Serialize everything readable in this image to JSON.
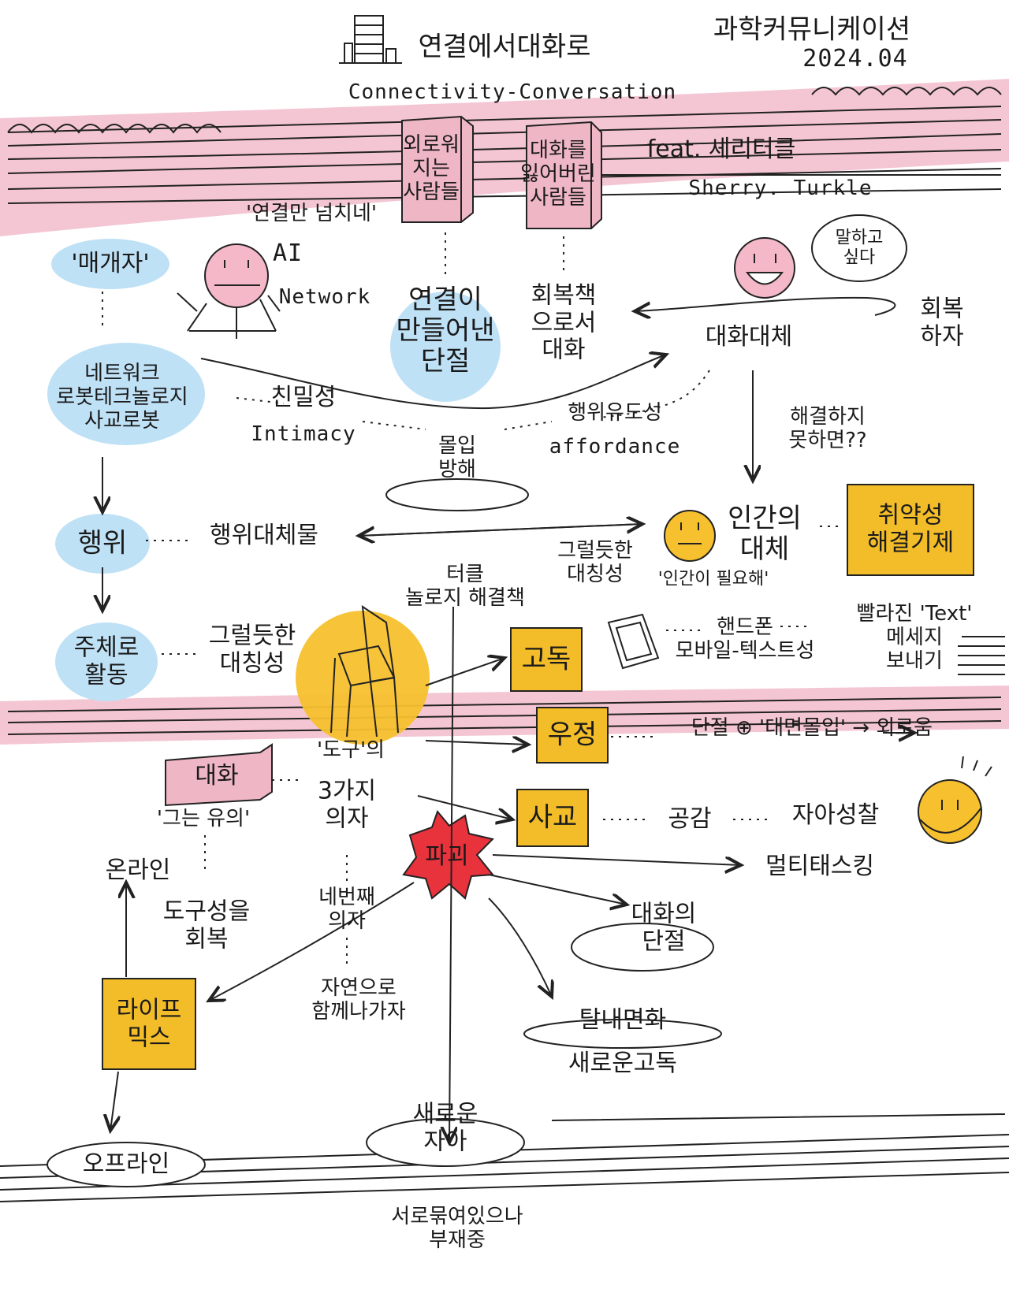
{
  "title": {
    "ko": "연결에서대화로",
    "en": "Connectivity-Conversation"
  },
  "header_right": {
    "line1": "과학커뮤니케이션",
    "line2": "2024.04"
  },
  "feat": {
    "line1": "feat. 셰리터클",
    "line2": "Sherry. Turkle"
  },
  "books": [
    {
      "lines": [
        "외로워",
        "지는",
        "사람들"
      ]
    },
    {
      "lines": [
        "대화를",
        "잃어버린",
        "사람들"
      ]
    }
  ],
  "nodes": {
    "connection_overflow": "'연결만 넘치네'",
    "ai": "AI",
    "network": "Network",
    "mediator": "'매개자'",
    "network_robot": [
      "네트워크",
      "로봇테크놀로지",
      "사교로봇"
    ],
    "isolation_by_connection": [
      "연결이",
      "만들어낸",
      "단절"
    ],
    "conversation_as_recovery": [
      "회복책",
      "으로서",
      "대화"
    ],
    "want_to_talk": [
      "말하고",
      "싶다"
    ],
    "conversation_substitute": "대화대체",
    "recover": [
      "회복",
      "하자"
    ],
    "intimacy_ko": "친밀성",
    "intimacy_en": "Intimacy",
    "affordance_ko": "행위유도성",
    "affordance_en": "affordance",
    "immersion": [
      "몰입",
      "방해"
    ],
    "if_unsolved": [
      "해결하지",
      "못하면??"
    ],
    "action": "행위",
    "action_substitute": "행위대체물",
    "human_substitute": [
      "인간의",
      "대체"
    ],
    "vulnerability": [
      "취약성",
      "해결기제"
    ],
    "plausible_symmetry_1": [
      "그럴듯한",
      "대칭성"
    ],
    "human_need": "'인간이 필요해'",
    "subject_activity": [
      "주체로",
      "활동"
    ],
    "plausible_symmetry_2": [
      "그럴듯한",
      "대칭성"
    ],
    "turkle_solution": [
      "터클",
      "놀로지 해결책"
    ],
    "solitude": "고독",
    "handphone": [
      "핸드폰",
      "모바일-텍스트성"
    ],
    "quick_text": [
      "빨라진 'Text'",
      "메세지",
      "보내기"
    ],
    "friendship": "우정",
    "friendship_chain": "단절 ⊕ '대면몰입' → 외로움",
    "conversation_box": "대화",
    "tool_attention": "'그는 유의'",
    "chair_label": "'도구'의",
    "three_chairs": [
      "3가지",
      "의자"
    ],
    "society": "사교",
    "empathy": "공감",
    "self_reflection": "자아성찰",
    "online": "온라인",
    "recover_tool": [
      "도구성을",
      "회복"
    ],
    "fourth_chair": [
      "네번째",
      "의자"
    ],
    "destruction": "파괴",
    "multitasking": "멀티태스킹",
    "conversation_cut": [
      "대화의",
      "단절"
    ],
    "lifestyle_mix": [
      "라이프",
      "믹스"
    ],
    "together_naturally": [
      "자연으로",
      "함께나가자"
    ],
    "deinternalize": "탈내면화",
    "new_solitude": "새로운고독",
    "offline": "오프라인",
    "new_self": [
      "새로운",
      "자아"
    ],
    "connected_absent": [
      "서로묶여있으나",
      "부재중"
    ]
  },
  "colors": {
    "pink_band": "#f2bccb",
    "pink_box": "#efb7c6",
    "blue": "#bfe1f6",
    "yellow": "#f6c02e",
    "yellow_box": "#f3bd2a",
    "red": "#e8323c",
    "face_pink": "#f4b8c8",
    "ink": "#141414"
  },
  "icons": [
    "building-icon",
    "robot-face-icon",
    "smile-face-icon",
    "neutral-face-icon",
    "chair-icon",
    "phone-icon",
    "sleepy-face-icon",
    "speech-bubble-icon"
  ]
}
